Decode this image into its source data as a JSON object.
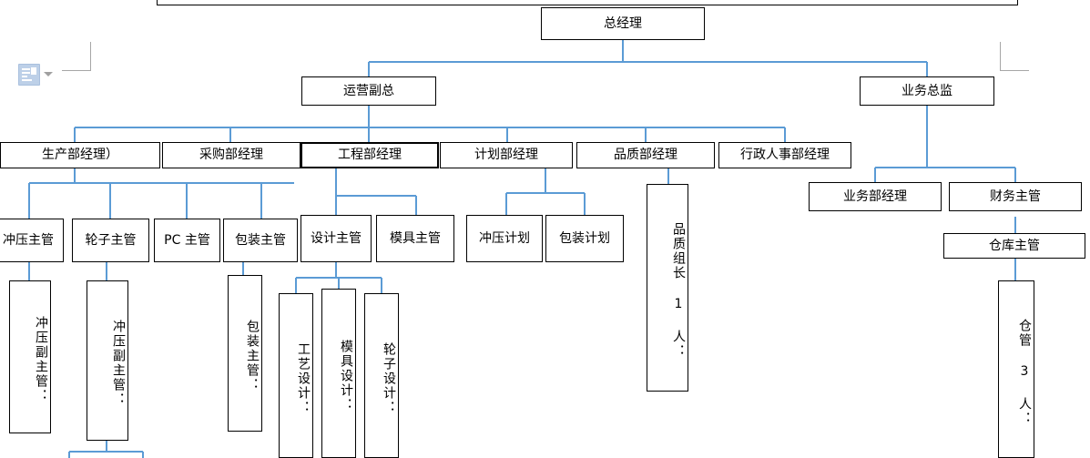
{
  "document": {
    "type": "organization-chart",
    "title_box_top_partial": "",
    "connector_color": "#5B9BD5",
    "box_border_color": "#000000",
    "background": "#ffffff",
    "margin_mark_color": "#A6A6A6"
  },
  "paste_tag": {
    "icon": "paste-options-icon",
    "caret": "chevron-down-icon"
  },
  "nodes": {
    "general_manager": "总经理",
    "operations_vp": "运营副总",
    "business_director": "业务总监",
    "dept_managers": [
      "生产部经理）",
      "采购部经理",
      "工程部经理",
      "计划部经理",
      "品质部经理",
      "行政人事部经理"
    ],
    "business_children": [
      "业务部经理",
      "财务主管"
    ],
    "production_supervisors": [
      "冲压主管",
      "轮子主管",
      "PC 主管",
      "包装主管"
    ],
    "engineering_supervisors": [
      "设计主管",
      "模具主管"
    ],
    "planning_items": [
      "冲压计划",
      "包装计划"
    ],
    "quality_leader": "品质组长 1 人：",
    "stamping_deputy_1": "冲压副主管：",
    "stamping_deputy_2": "冲压副主管：",
    "packaging_supervisor_v": "包装主管：",
    "design_children": [
      "工艺设计：",
      "模具设计：",
      "轮子设计："
    ],
    "warehouse_supervisor": "仓库主管",
    "warehouse_staff": "仓管 3 人："
  }
}
